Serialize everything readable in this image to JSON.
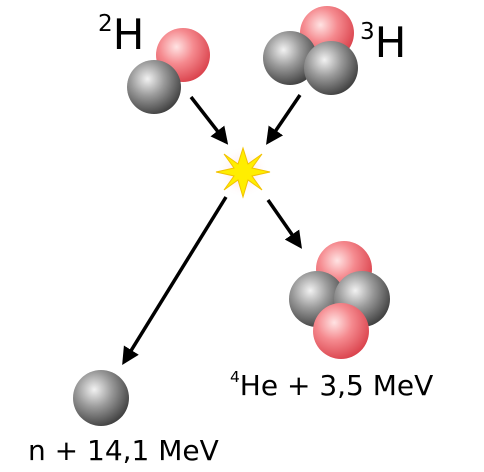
{
  "reactants": {
    "deuterium": {
      "mass_number": "2",
      "symbol": "H"
    },
    "tritium": {
      "mass_number": "3",
      "symbol": "H"
    }
  },
  "products": {
    "helium": {
      "mass_number": "4",
      "text": "He + 3,5 MeV"
    },
    "neutron": {
      "text": "n + 14,1 MeV"
    }
  },
  "colors": {
    "proton": "#e8606a",
    "neutron": "#7a7a7a",
    "arrow": "#000000",
    "flash": "#ffee00"
  }
}
